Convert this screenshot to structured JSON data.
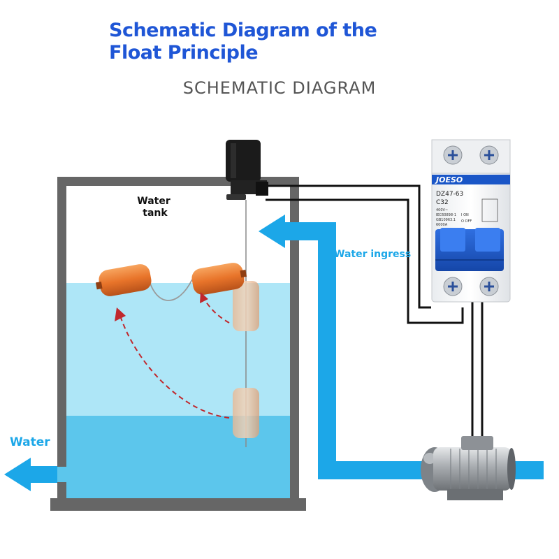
{
  "title": "Schematic Diagram of the Float Principle",
  "subtitle": "SCHEMATIC DIAGRAM",
  "labels": {
    "water_tank_line1": "Water",
    "water_tank_line2": "tank",
    "water_ingress": "Water ingress",
    "water_outlet": "Water"
  },
  "breaker": {
    "brand": "JOESO",
    "model": "DZ47-63",
    "rating": "C32",
    "spec_lines": [
      "400V~",
      "IEC60898-1",
      "GB10963.1",
      "6000A"
    ],
    "switch_on": "I ON",
    "switch_off": "O OFF"
  },
  "colors": {
    "title": "#1f56d6",
    "water_light": "#aee6f7",
    "water_dark": "#5cc6ec",
    "flow_arrow": "#1ca7e8",
    "float": "#e8742a",
    "tank_wall": "#666666",
    "motion_arrow": "#c0282d"
  }
}
